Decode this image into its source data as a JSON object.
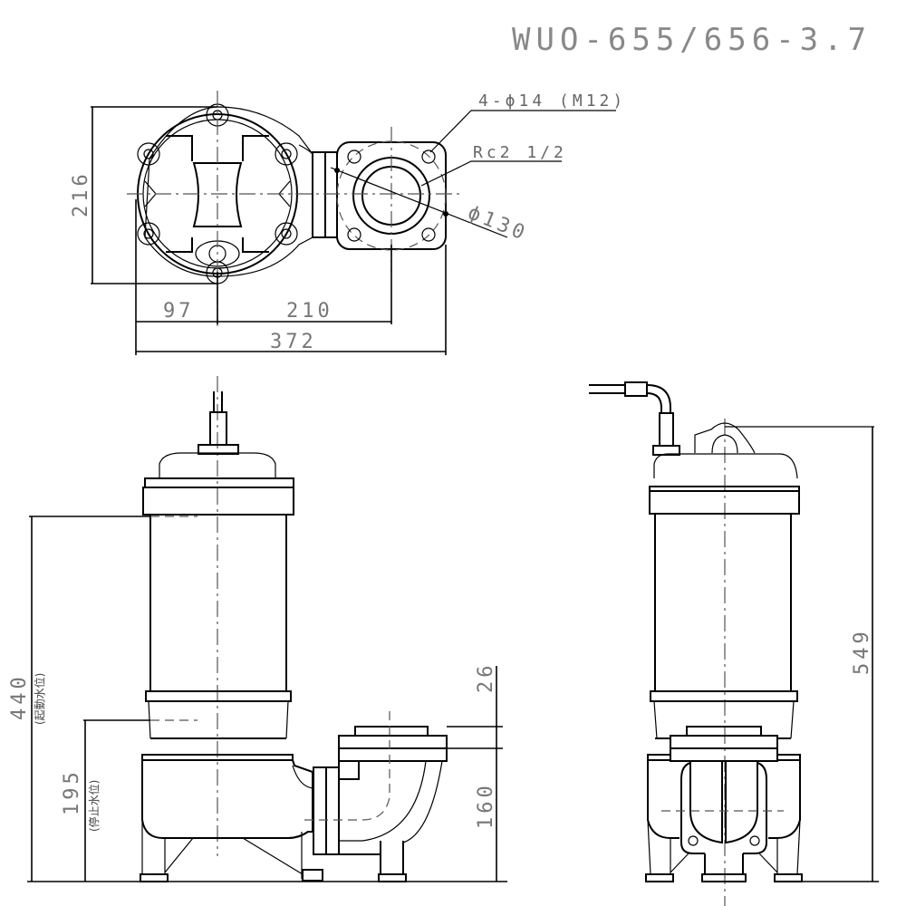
{
  "title": "WUO-655/656-3.7",
  "top_view": {
    "dim_height": "216",
    "dim_left": "97",
    "dim_mid": "210",
    "dim_total": "372",
    "callout_bolts": "4-ϕ14 (M12)",
    "callout_thread": "Rc2 1/2",
    "callout_pcd": "ϕ130"
  },
  "front_view": {
    "dim_start_level": "440",
    "start_level_note": "(起動水位)",
    "dim_stop_level": "195",
    "stop_level_note": "(停止水位)",
    "dim_flange": "26",
    "dim_outlet_height": "160"
  },
  "side_view": {
    "dim_total_height": "549"
  },
  "colors": {
    "line": "#000000",
    "text": "#777777",
    "background": "#ffffff"
  }
}
